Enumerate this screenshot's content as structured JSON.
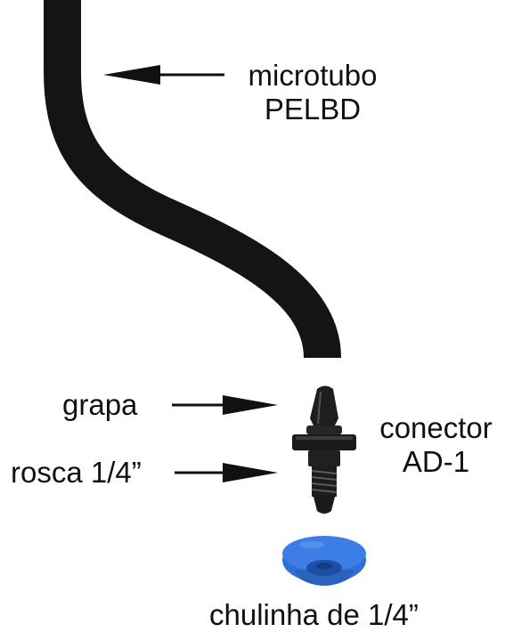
{
  "labels": {
    "microtubo_line1": "microtubo",
    "microtubo_line2": "PELBD",
    "grapa": "grapa",
    "rosca": "rosca 1/4”",
    "conector_line1": "conector",
    "conector_line2": "AD-1",
    "chulinha": "chulinha de 1/4”"
  },
  "colors": {
    "background": "#ffffff",
    "tube": "#141414",
    "connector": "#1e1e1e",
    "cap": "#2f6fd6",
    "arrow": "#111111",
    "text": "#111111"
  },
  "icons": {
    "tube": "microtube-illustration",
    "connector": "connector-ad1-illustration",
    "cap": "blue-cap-illustration",
    "arrow": "arrow-left-icon"
  }
}
